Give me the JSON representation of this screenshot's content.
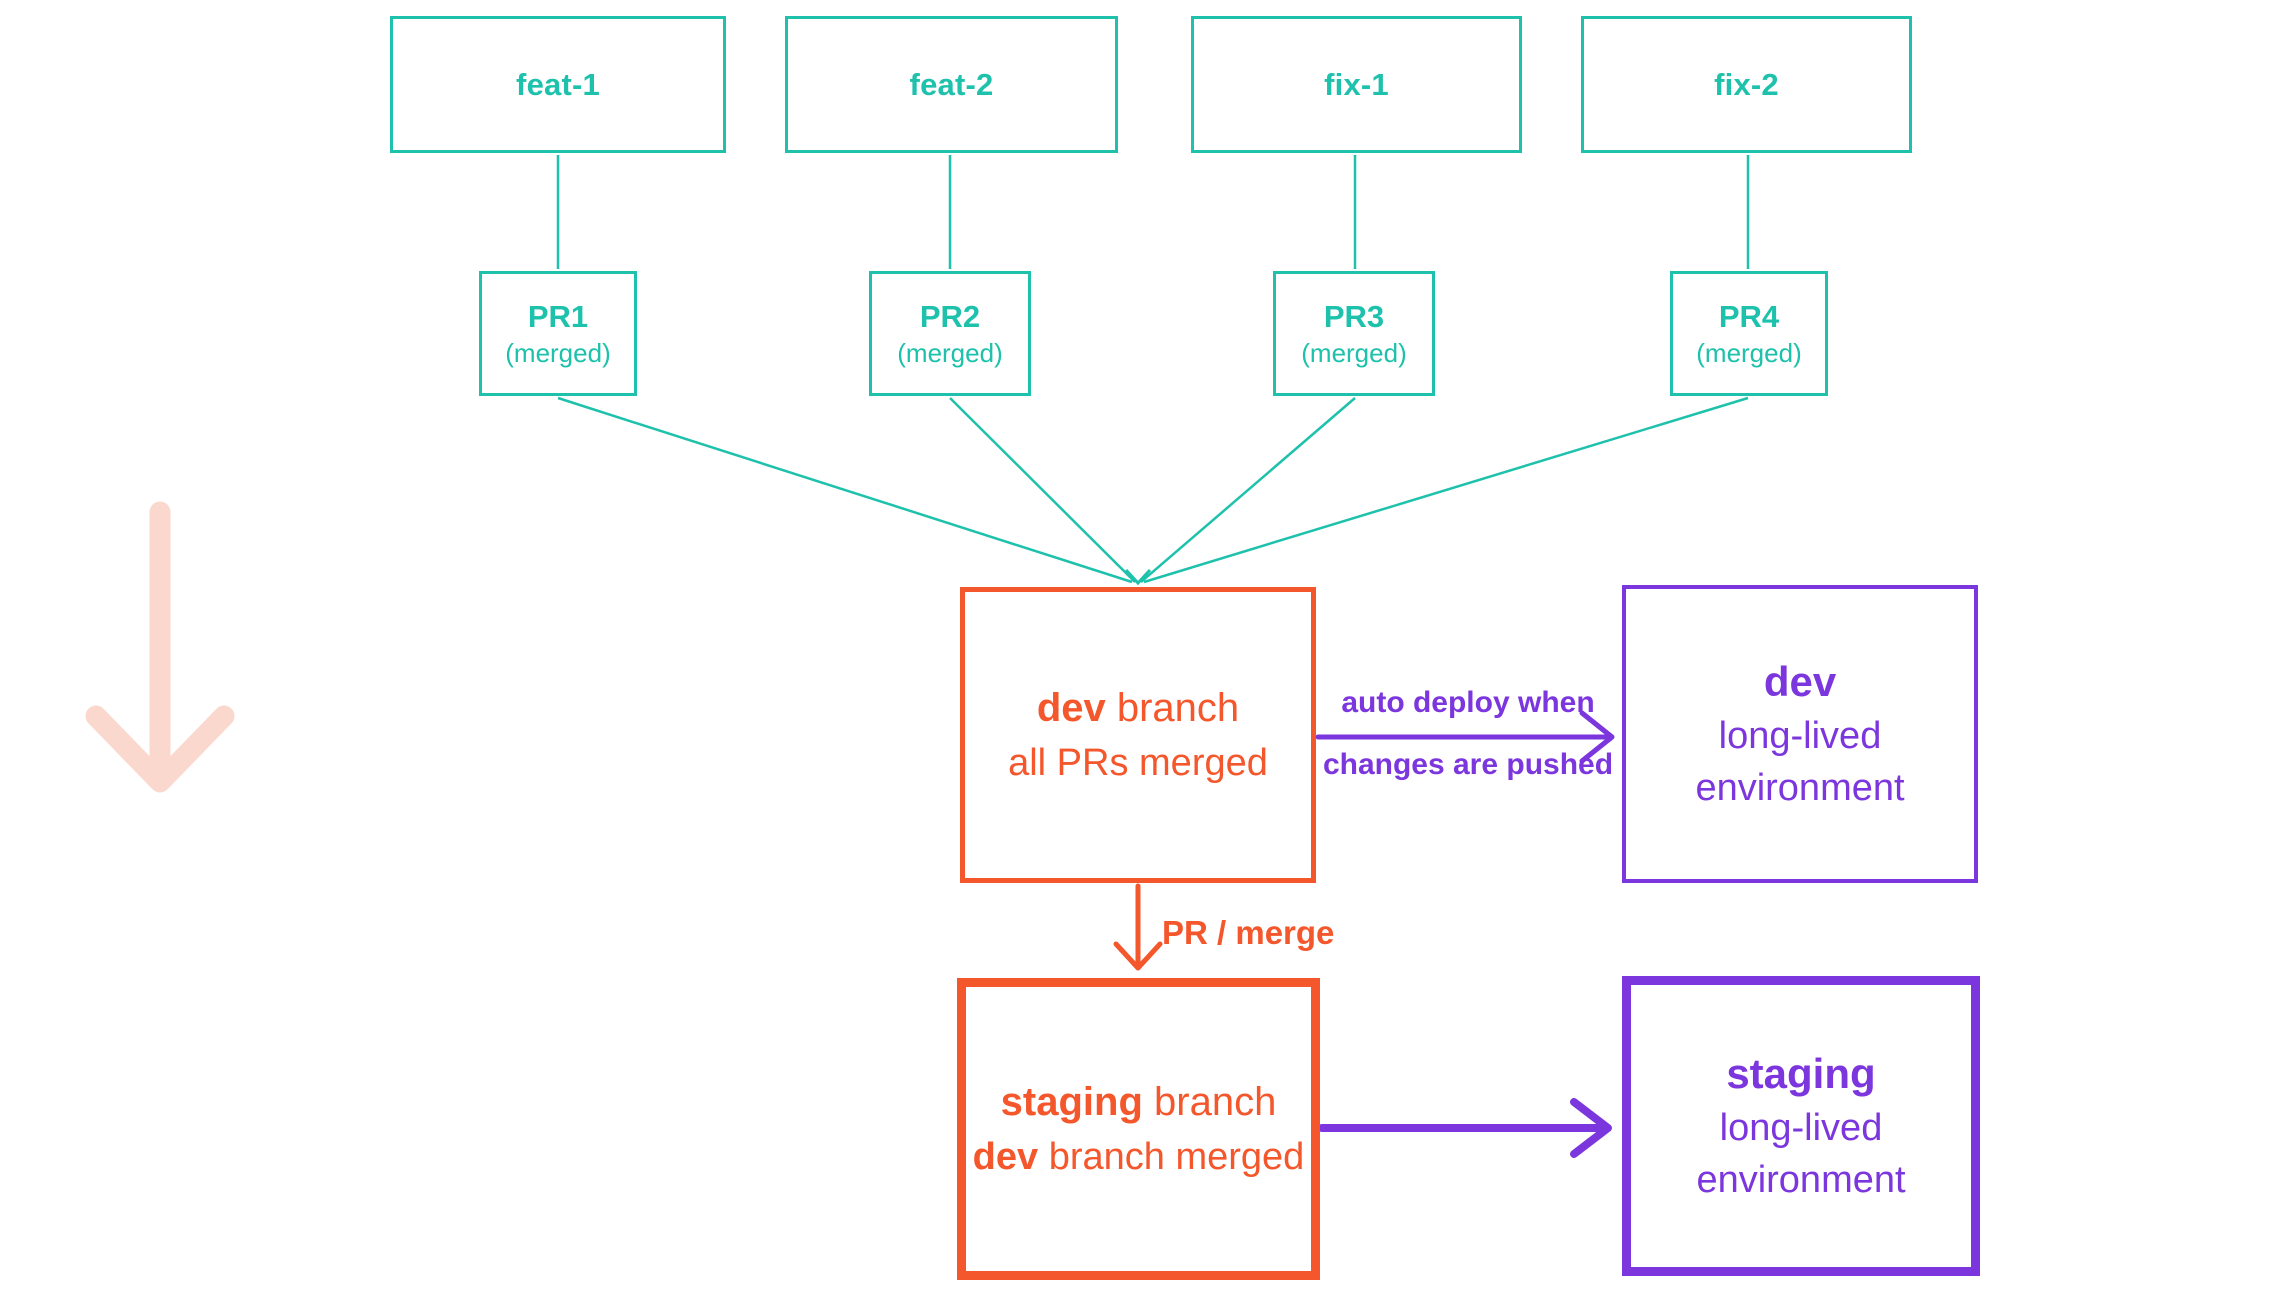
{
  "colors": {
    "teal": "#1ec1ab",
    "orange": "#f4572c",
    "purple": "#7c36dd",
    "pale_arrow": "#fbd8cd"
  },
  "top_branches": [
    {
      "label": "feat-1"
    },
    {
      "label": "feat-2"
    },
    {
      "label": "fix-1"
    },
    {
      "label": "fix-2"
    }
  ],
  "pull_requests": [
    {
      "title": "PR1",
      "status": "(merged)"
    },
    {
      "title": "PR2",
      "status": "(merged)"
    },
    {
      "title": "PR3",
      "status": "(merged)"
    },
    {
      "title": "PR4",
      "status": "(merged)"
    }
  ],
  "dev_branch": {
    "em": "dev",
    "rest": " branch",
    "line2": "all PRs merged"
  },
  "staging_branch": {
    "em": "staging",
    "rest": " branch",
    "line2_em": "dev",
    "line2_rest": " branch merged"
  },
  "dev_env": {
    "title": "dev",
    "line2": "long-lived",
    "line3": "environment"
  },
  "staging_env": {
    "title": "staging",
    "line2": "long-lived",
    "line3": "environment"
  },
  "arrow_labels": {
    "auto_deploy_1": "auto deploy when",
    "auto_deploy_2": "changes are pushed",
    "pr_merge": "PR / merge"
  }
}
